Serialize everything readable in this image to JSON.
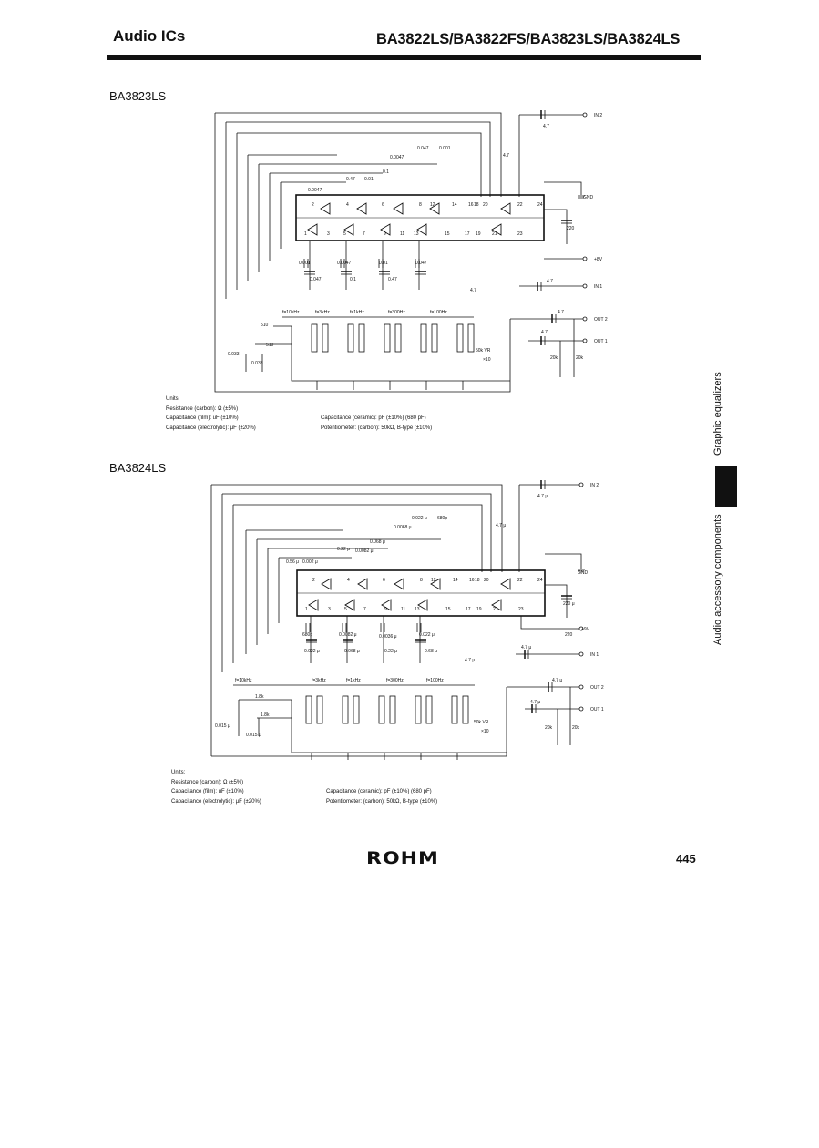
{
  "header": {
    "left": "Audio ICs",
    "right": "BA3822LS/BA3822FS/BA3823LS/BA3824LS"
  },
  "sections": [
    {
      "title": "BA3823LS",
      "labels": {
        "in2": "IN 2",
        "in1": "IN 1",
        "gnd": "GND",
        "vcc": "+8V",
        "out2": "OUT 2",
        "out1": "OUT 1",
        "c_in2": "4.7",
        "c_top1": "0.047",
        "c_top2": "0.001",
        "c_top3": "0.0047",
        "c_top4": "0.1",
        "c_top5": "0.47",
        "c_top6": "0.01",
        "c_top7": "0.0047",
        "c_side": "4.7",
        "c_220": "220",
        "c_b1": "0.001",
        "c_b2": "0.0047",
        "c_b3": "0.01",
        "c_b4": "0.047",
        "c_b5": "0.047",
        "c_b6": "0.1",
        "c_b7": "0.47",
        "c_b8": "4.7",
        "c_in1": "4.7",
        "c_out2": "4.7",
        "c_out1": "4.7",
        "f1": "f=10kHz",
        "f2": "f=3kHz",
        "f3": "f=1kHz",
        "f4": "f=300Hz",
        "f5": "f=100Hz",
        "r1": "510",
        "r2": "510",
        "c_l1": "0.033",
        "c_l2": "0.033",
        "vr": "50k VR",
        "vr_n": "×10",
        "r_out1": "20k",
        "r_out2": "20k"
      },
      "units": [
        "Units:",
        "Resistance (carbon): Ω (±5%)",
        "Capacitance (film): uF (±10%)",
        "Capacitance (electrolytic): μF (±20%)"
      ],
      "units_col2": [
        "Capacitance (ceramic): pF (±10%) (680 pF)",
        "Potentiometer: (carbon): 50kΩ, B-type (±10%)"
      ]
    },
    {
      "title": "BA3824LS",
      "labels": {
        "in2": "IN 2",
        "in1": "IN 1",
        "gnd": "GND",
        "vcc": "+9V",
        "out2": "OUT 2",
        "out1": "OUT 1",
        "c_in2": "4.7 μ",
        "c_top1": "0.022 μ",
        "c_top2": "680p",
        "c_top3": "0.0068 μ",
        "c_top4": "0.068 μ",
        "c_top5": "0.22 μ",
        "c_top6": "0.0082 μ",
        "c_top7": "0.56 μ",
        "c_top8": "0.002 μ",
        "c_side": "4.7 μ",
        "c_220": "220 μ",
        "c_b1": "680p",
        "c_b2": "0.0082 μ",
        "c_b3": "0.0036 μ",
        "c_b4": "0.022 μ",
        "c_b5": "0.022 μ",
        "c_b6": "0.068 μ",
        "c_b7": "0.22 μ",
        "c_b8": "0.68 μ",
        "c_b9": "4.7 μ",
        "c_in1": "4.7 μ",
        "c_out2": "4.7 μ",
        "c_out1": "4.7 μ",
        "f1": "f=10kHz",
        "f2": "f=3kHz",
        "f3": "f=1kHz",
        "f4": "f=300Hz",
        "f5": "f=100Hz",
        "r1": "1.8k",
        "r2": "1.8k",
        "c_l1": "0.015 μ",
        "c_l2": "0.015 μ",
        "vr": "50k VR",
        "vr_n": "×10",
        "r_out1": "20k",
        "r_out2": "20k",
        "r_220": "220"
      },
      "units": [
        "Units:",
        "Resistance (carbon): Ω (±5%)",
        "Capacitance (film): uF (±10%)",
        "Capacitance (electrolytic): μF (±20%)"
      ],
      "units_col2": [
        "Capacitance (ceramic): pF (±10%) (680 pF)",
        "Potentiometer: (carbon): 50kΩ, B-type (±10%)"
      ]
    }
  ],
  "side": {
    "upper": "Graphic equalizers",
    "lower": "Audio accessory components"
  },
  "footer": {
    "logo": "ROHM",
    "page": "445"
  }
}
